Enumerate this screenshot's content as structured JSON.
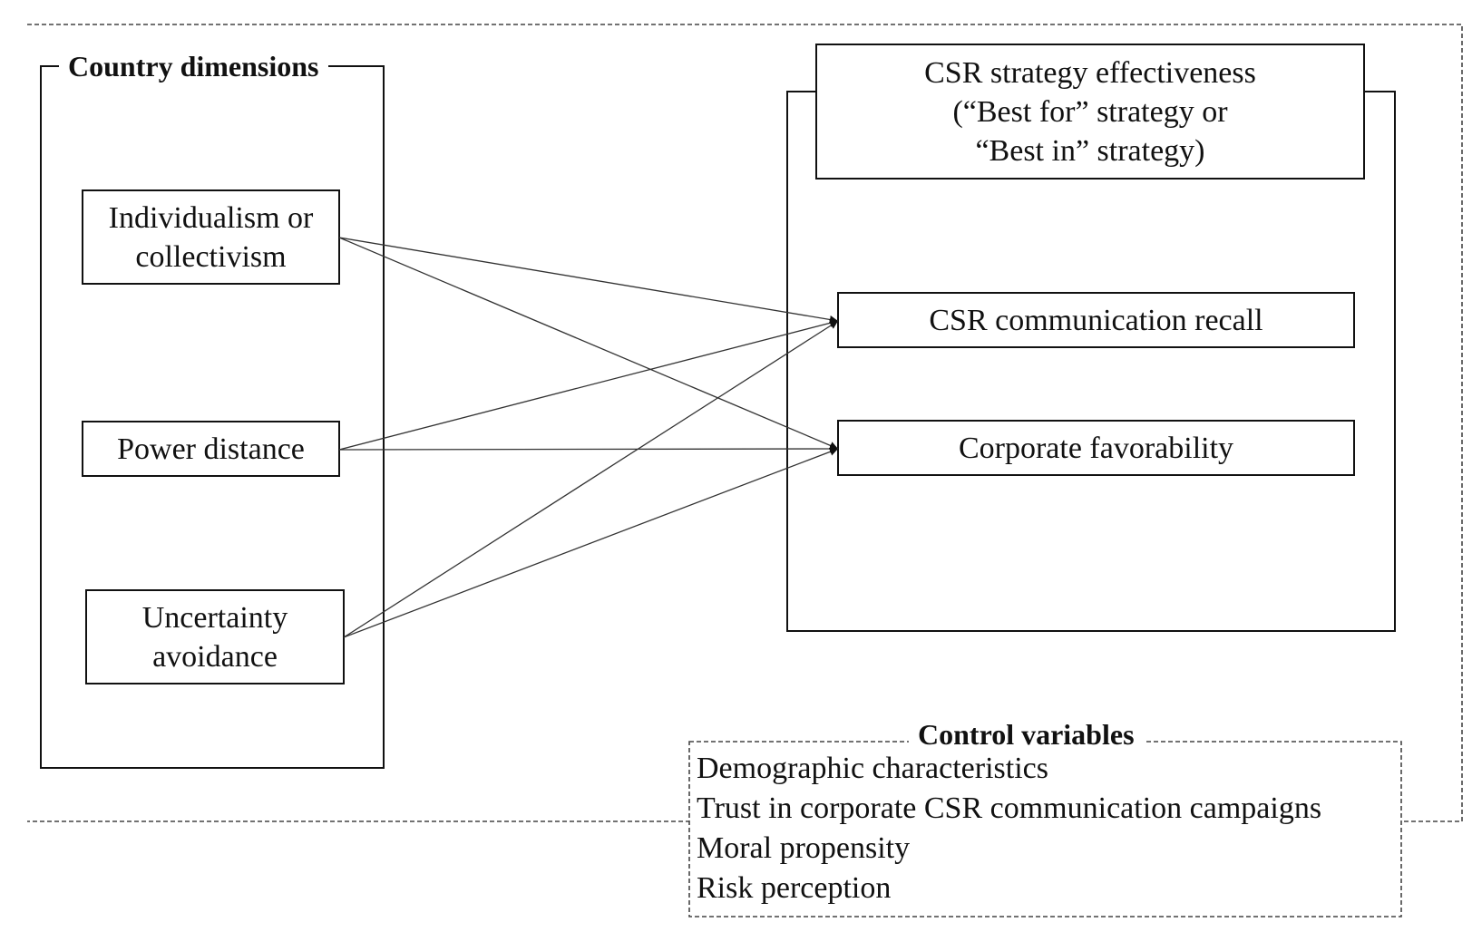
{
  "country_group": {
    "title": "Country dimensions",
    "nodes": {
      "individualism": "Individualism or\ncollectivism",
      "power_distance": "Power distance",
      "uncertainty": "Uncertainty\navoidance"
    }
  },
  "csr_group": {
    "title": "CSR strategy effectiveness\n(“Best for” strategy or\n“Best in” strategy)",
    "nodes": {
      "recall": "CSR communication recall",
      "favorability": "Corporate favorability"
    }
  },
  "control": {
    "title": "Control variables",
    "items": [
      "Demographic characteristics",
      "Trust in corporate CSR communication campaigns",
      "Moral propensity",
      "Risk perception"
    ]
  },
  "edges": [
    {
      "from": "individualism",
      "to": "recall"
    },
    {
      "from": "individualism",
      "to": "favorability"
    },
    {
      "from": "power_distance",
      "to": "recall"
    },
    {
      "from": "power_distance",
      "to": "favorability"
    },
    {
      "from": "uncertainty",
      "to": "recall"
    },
    {
      "from": "uncertainty",
      "to": "favorability"
    }
  ]
}
